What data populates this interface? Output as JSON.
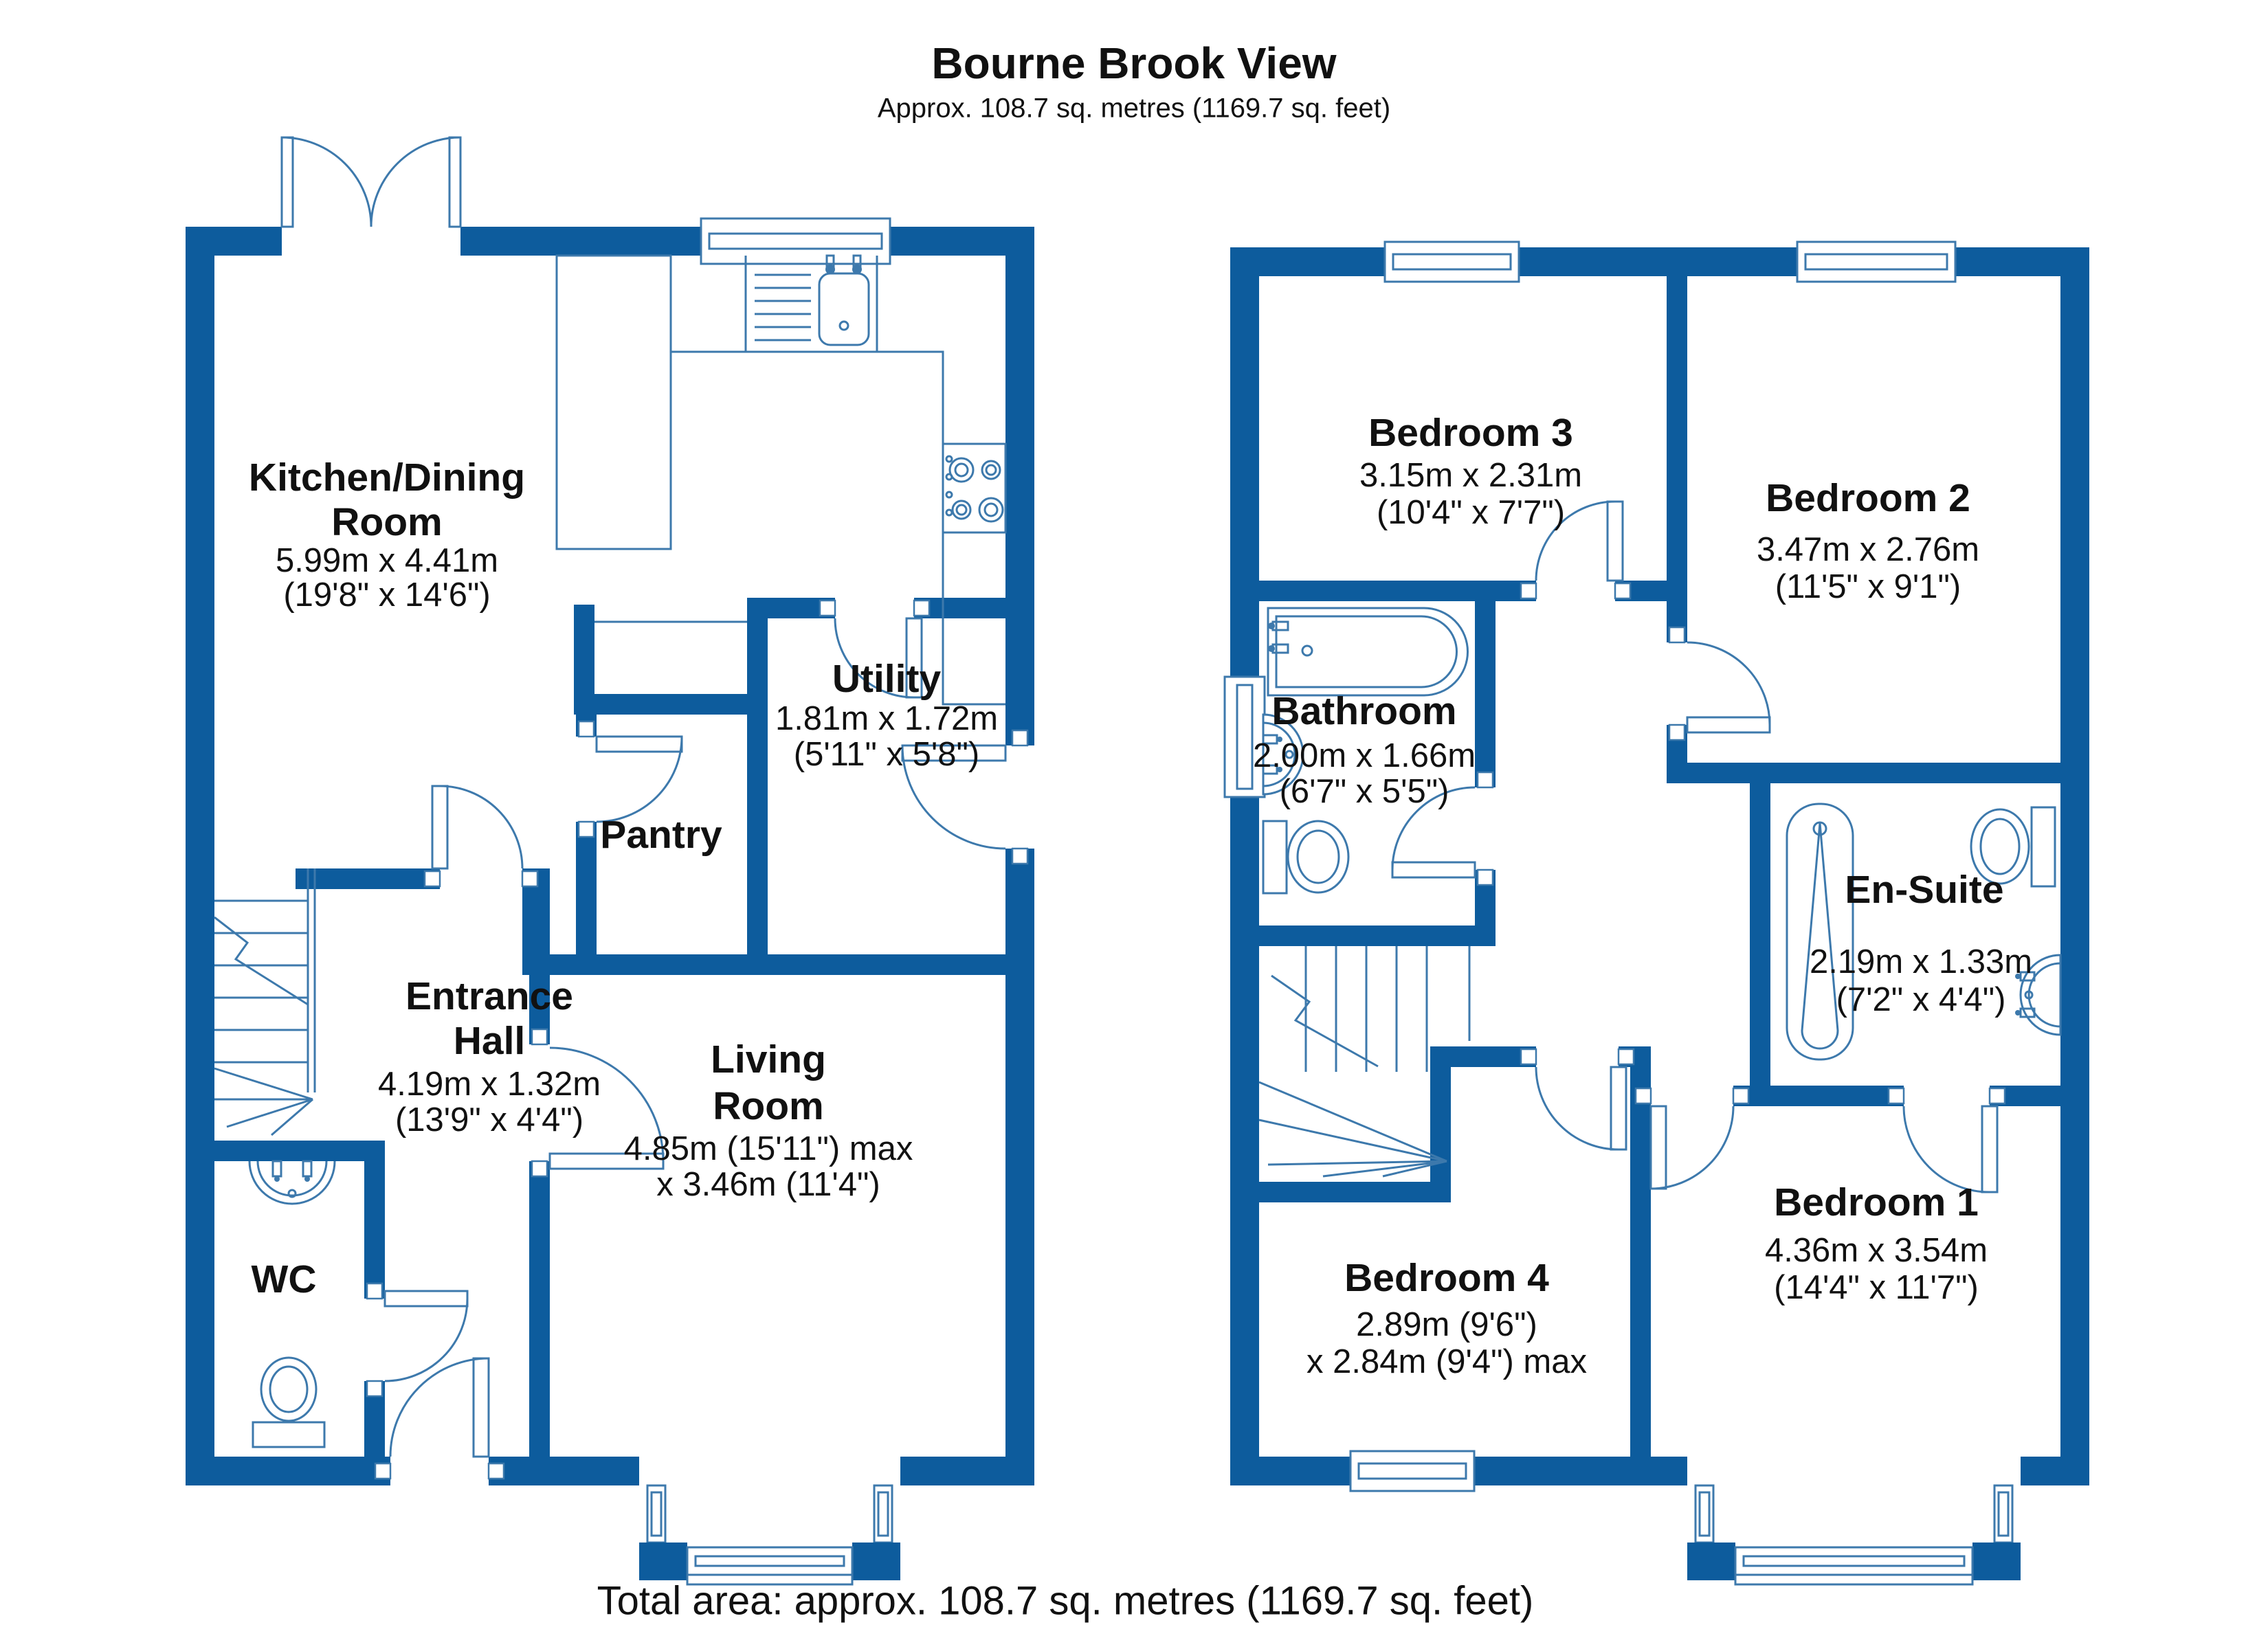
{
  "header": {
    "title": "Bourne Brook View",
    "subtitle": "Approx. 108.7 sq. metres (1169.7 sq. feet)"
  },
  "footer": {
    "total_area": "Total area: approx. 108.7 sq. metres (1169.7 sq. feet)"
  },
  "colors": {
    "wall": "#0d5c9d",
    "line": "#3d79ac",
    "text": "#111111"
  },
  "floors": [
    {
      "name": "ground-floor",
      "rooms": [
        {
          "id": "kitchen-dining",
          "name_line1": "Kitchen/Dining",
          "name_line2": "Room",
          "dims_metric": "5.99m x 4.41m",
          "dims_imperial": "(19'8\" x 14'6\")"
        },
        {
          "id": "utility",
          "name_line1": "Utility",
          "dims_metric": "1.81m x 1.72m",
          "dims_imperial": "(5'11\" x 5'8\")"
        },
        {
          "id": "pantry",
          "name_line1": "Pantry"
        },
        {
          "id": "entrance-hall",
          "name_line1": "Entrance",
          "name_line2": "Hall",
          "dims_metric": "4.19m x 1.32m",
          "dims_imperial": "(13'9\" x 4'4\")"
        },
        {
          "id": "wc",
          "name_line1": "WC"
        },
        {
          "id": "living-room",
          "name_line1": "Living",
          "name_line2": "Room",
          "dims_metric": "4.85m (15'11\") max",
          "dims_imperial": "x 3.46m (11'4\")"
        }
      ]
    },
    {
      "name": "first-floor",
      "rooms": [
        {
          "id": "bedroom-3",
          "name_line1": "Bedroom 3",
          "dims_metric": "3.15m x 2.31m",
          "dims_imperial": "(10'4\" x 7'7\")"
        },
        {
          "id": "bedroom-2",
          "name_line1": "Bedroom 2",
          "dims_metric": "3.47m x 2.76m",
          "dims_imperial": "(11'5\" x 9'1\")"
        },
        {
          "id": "bathroom",
          "name_line1": "Bathroom",
          "dims_metric": "2.00m x 1.66m",
          "dims_imperial": "(6'7\" x 5'5\")"
        },
        {
          "id": "en-suite",
          "name_line1": "En-Suite",
          "dims_metric": "2.19m x 1.33m",
          "dims_imperial": "(7'2\" x 4'4\")"
        },
        {
          "id": "bedroom-4",
          "name_line1": "Bedroom 4",
          "dims_metric": "2.89m (9'6\")",
          "dims_imperial": "x 2.84m (9'4\") max"
        },
        {
          "id": "bedroom-1",
          "name_line1": "Bedroom 1",
          "dims_metric": "4.36m x 3.54m",
          "dims_imperial": "(14'4\" x 11'7\")"
        }
      ]
    }
  ]
}
